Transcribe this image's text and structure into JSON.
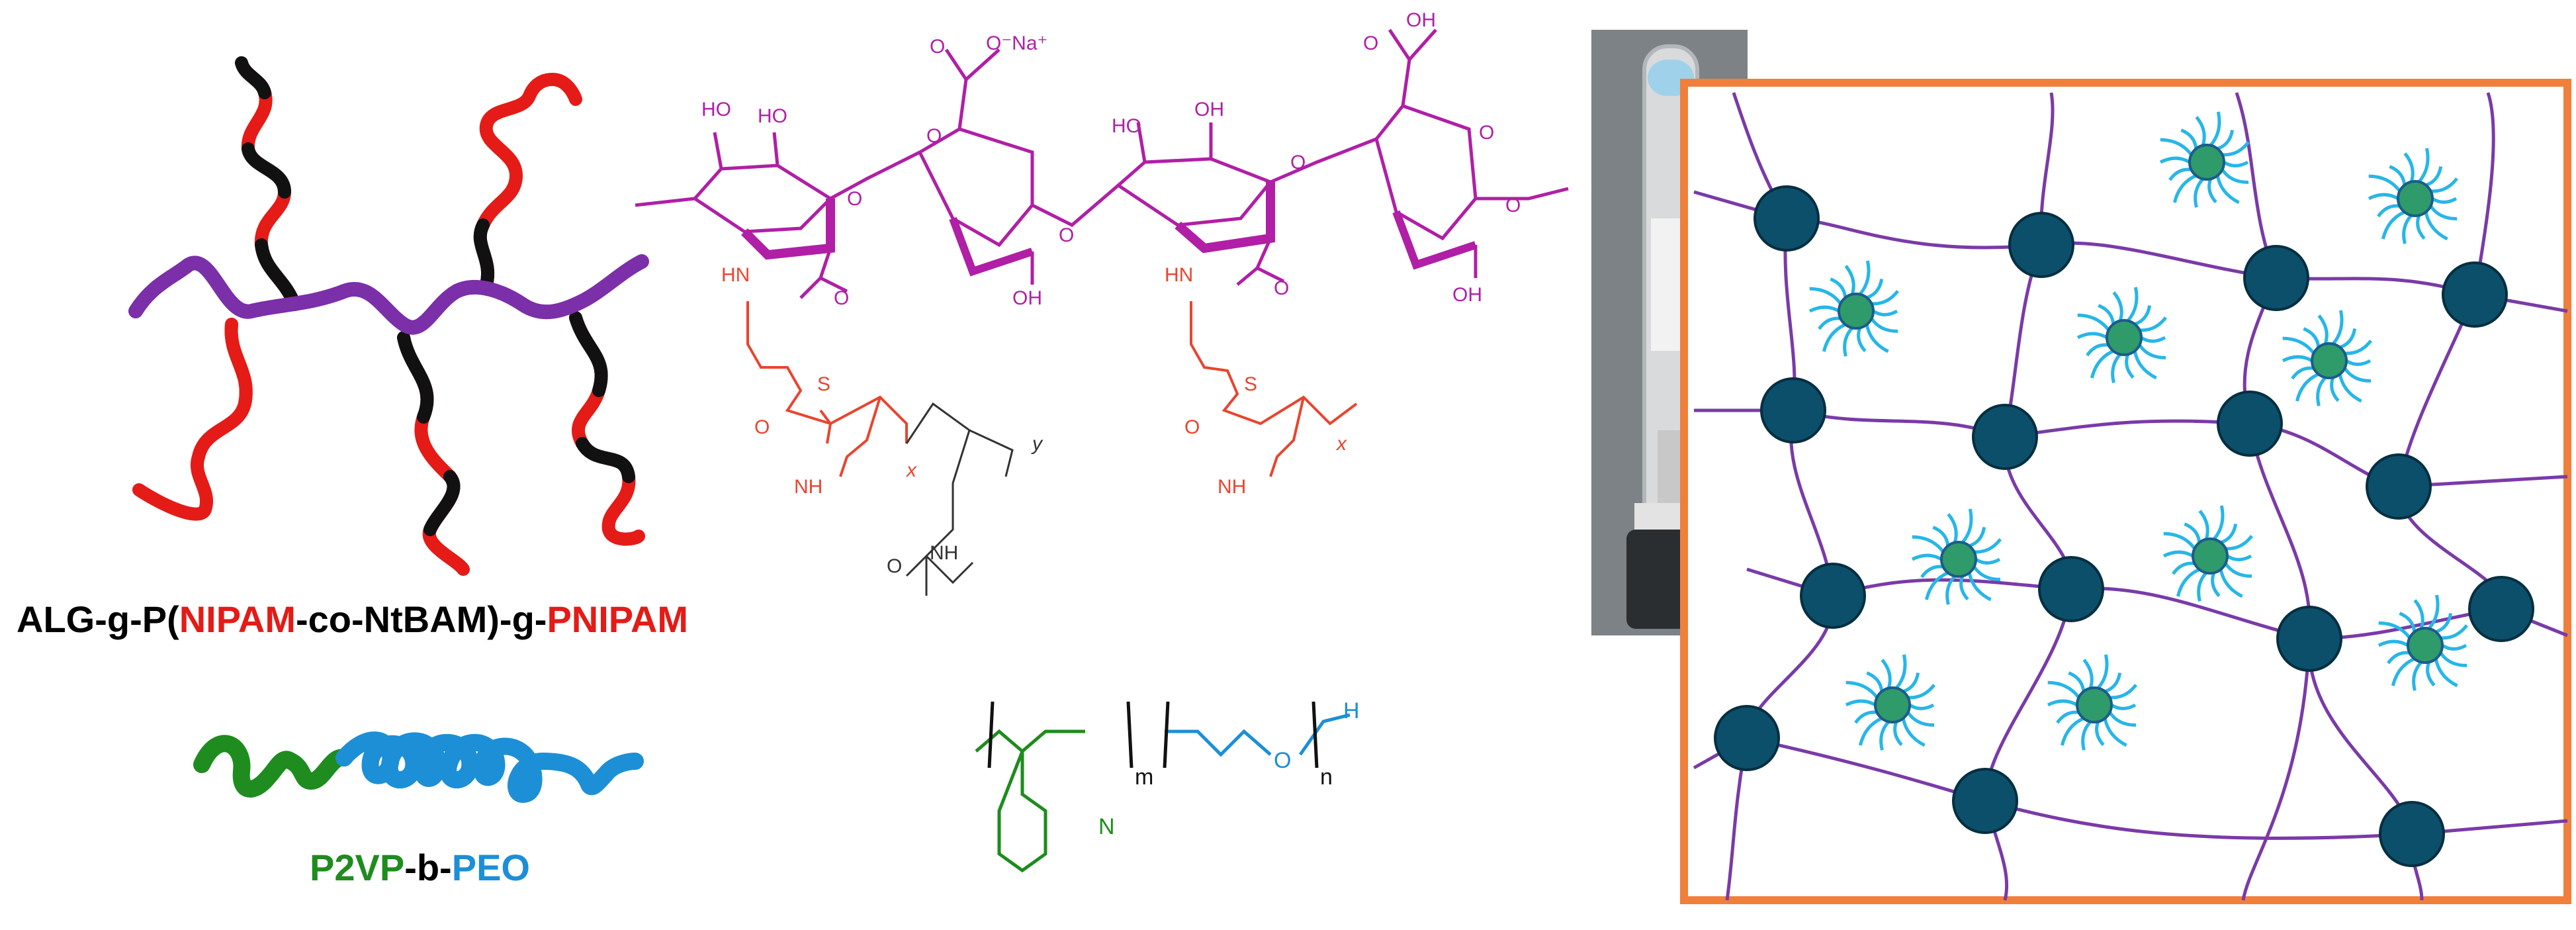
{
  "labels": {
    "polymer1": [
      {
        "text": "ALG-g-P(",
        "color": "#000000"
      },
      {
        "text": "NIPAM",
        "color": "#e41b17"
      },
      {
        "text": "-co-NtBAM)-g-",
        "color": "#000000"
      },
      {
        "text": "PNIPAM",
        "color": "#e41b17"
      }
    ],
    "polymer2": [
      {
        "text": "P2VP",
        "color": "#1e8c1e"
      },
      {
        "text": "-b-",
        "color": "#000000"
      },
      {
        "text": "PEO",
        "color": "#1c8fd6"
      }
    ]
  },
  "chem": {
    "na_label": "O⁻Na⁺",
    "ho": "HO",
    "oh": "OH",
    "o": "O",
    "hn": "HN",
    "nh": "NH",
    "s": "S",
    "n": "N",
    "h": "H",
    "x": "x",
    "y": "y",
    "m": "m",
    "n_sub": "n"
  },
  "colors": {
    "purple_backbone": "#7b2fa8",
    "red_segment": "#e41b17",
    "black_segment": "#111111",
    "magenta_chem": "#b01fa6",
    "red_chem": "#e8452f",
    "green": "#1e8c1e",
    "blue": "#1c8fd6",
    "frame_orange": "#f07f3c",
    "node_teal": "#0c4f6b",
    "micelle_cyan": "#27b6e8",
    "micelle_core": "#2f9a6a",
    "network_purple": "#7a3aa8"
  }
}
